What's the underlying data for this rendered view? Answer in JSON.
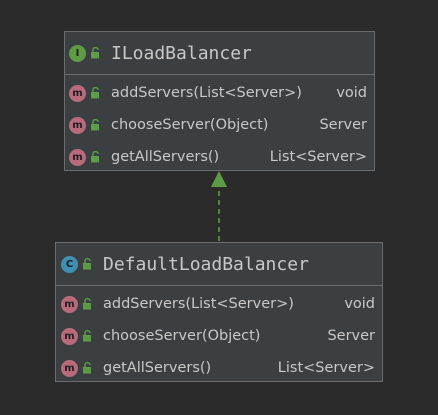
{
  "colors": {
    "background": "#2b2b2b",
    "class_fill": "#3c3f41",
    "border": "#6a6d70",
    "text": "#c8c8c8",
    "interface_icon": "#5d9b47",
    "class_icon": "#3f8fb3",
    "method_icon": "#b86a7b",
    "relation_line": "#5d9b47"
  },
  "interface": {
    "kind_glyph": "I",
    "kind_icon": "interface-icon",
    "name": "ILoadBalancer",
    "methods": [
      {
        "signature": "addServers(List<Server>)",
        "returns": "void"
      },
      {
        "signature": "chooseServer(Object)",
        "returns": "Server"
      },
      {
        "signature": "getAllServers()",
        "returns": "List<Server>"
      }
    ]
  },
  "implementation": {
    "kind_glyph": "C",
    "kind_icon": "class-icon",
    "name": "DefaultLoadBalancer",
    "methods": [
      {
        "signature": "addServers(List<Server>)",
        "returns": "void"
      },
      {
        "signature": "chooseServer(Object)",
        "returns": "Server"
      },
      {
        "signature": "getAllServers()",
        "returns": "List<Server>"
      }
    ]
  },
  "method_glyph": "m",
  "relation": {
    "type": "realization",
    "style": "dashed",
    "arrowhead": "filled-triangle"
  }
}
